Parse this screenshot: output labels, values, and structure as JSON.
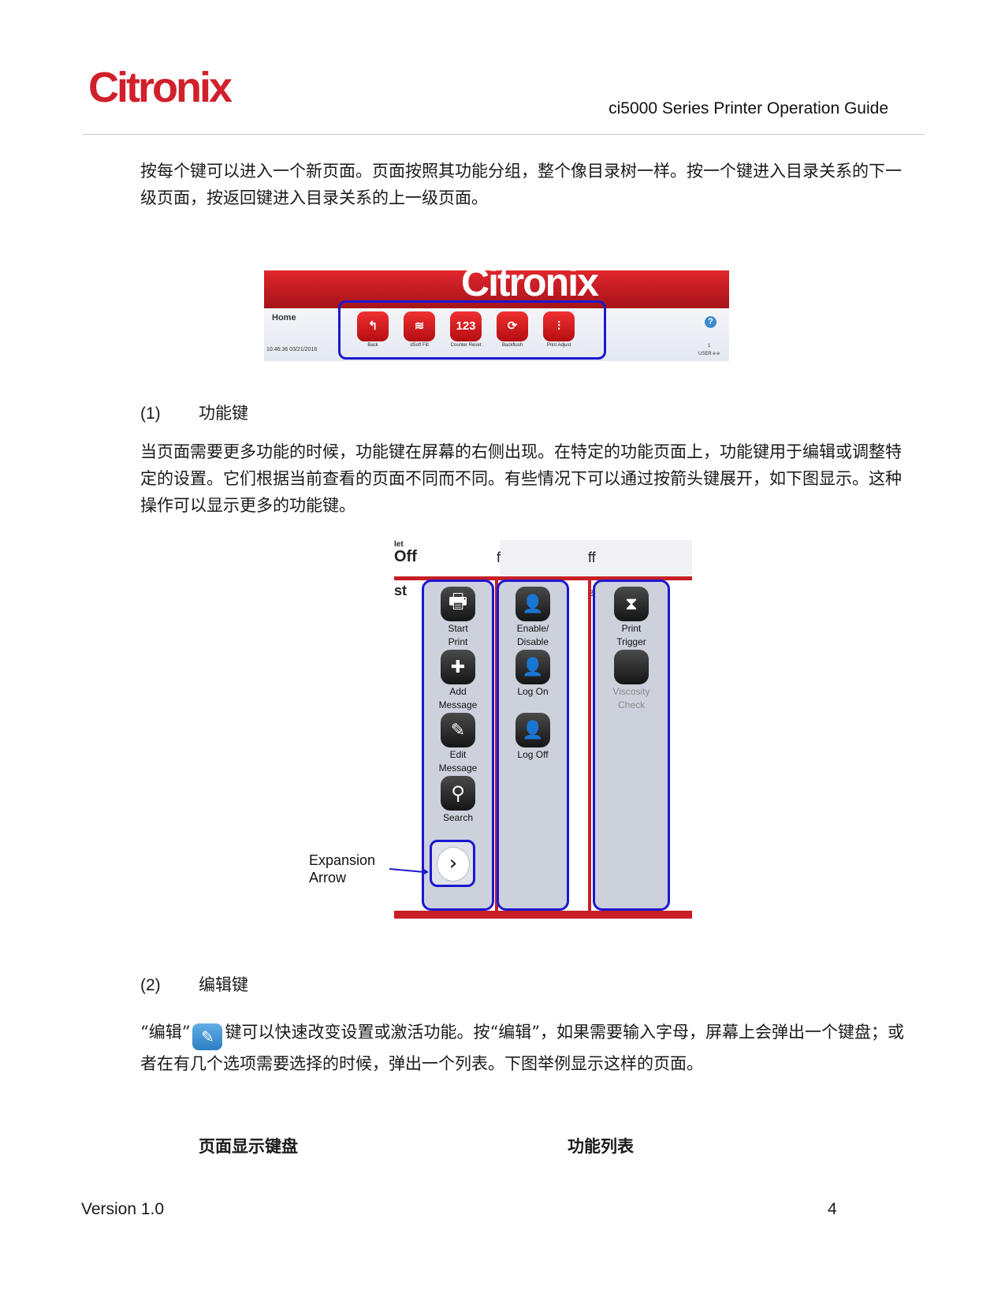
{
  "header": {
    "logo": "Citronix",
    "title": "ci5000 Series Printer Operation Guide"
  },
  "intro": "按每个键可以进入一个新页面。页面按照其功能分组，整个像目录树一样。按一个键进入目录关系的下一级页面，按返回键进入目录关系的上一级页面。",
  "home_screen": {
    "banner": "Citronix",
    "label": "Home",
    "time": "10:46:36  03/21/2016",
    "help": "?",
    "corner": "1\nUSER e-e",
    "keys": [
      {
        "label": "Back",
        "glyph": "↰"
      },
      {
        "label": "dSoft Fill",
        "glyph": "≋"
      },
      {
        "label": "Counter Reset",
        "glyph": "123"
      },
      {
        "label": "Backflush",
        "glyph": "⟳"
      },
      {
        "label": "Print Adjust",
        "glyph": "⫶"
      }
    ]
  },
  "section1": {
    "num": "(1)",
    "title": "功能键",
    "body": "当页面需要更多功能的时候，功能键在屏幕的右侧出现。在特定的功能页面上，功能键用于编辑或调整特定的设置。它们根据当前查看的页面不同而不同。有些情况下可以通过按箭头键展开，如下图显示。这种操作可以显示更多的功能键。"
  },
  "function_screen": {
    "fragments": {
      "tl_small": "let",
      "tl": "Off",
      "mid1": "f",
      "mid2": "ff",
      "row": "st",
      "row2": "e"
    },
    "col1": [
      {
        "line1": "Start",
        "line2": "Print",
        "icon": "printer-icon",
        "glyph": "🖶"
      },
      {
        "line1": "Add",
        "line2": "Message",
        "icon": "add-message-icon",
        "glyph": "✚"
      },
      {
        "line1": "Edit",
        "line2": "Message",
        "icon": "edit-message-icon",
        "glyph": "✎"
      },
      {
        "line1": "Search",
        "line2": "",
        "icon": "magnifier-icon",
        "glyph": "⚲"
      }
    ],
    "col2": [
      {
        "line1": "Enable/",
        "line2": "Disable",
        "icon": "user-edit-icon",
        "glyph": "👤"
      },
      {
        "line1": "Log On",
        "line2": "",
        "icon": "user-unlock-icon",
        "glyph": "👤"
      },
      {
        "line1": "Log Off",
        "line2": "",
        "icon": "user-lock-icon",
        "glyph": "👤"
      }
    ],
    "col3": [
      {
        "line1": "Print",
        "line2": "Trigger",
        "icon": "print-trigger-icon",
        "glyph": "⧗"
      },
      {
        "line1": "Viscosity",
        "line2": "Check",
        "icon": "viscosity-icon",
        "glyph": ""
      }
    ],
    "expansion_glyph": "›"
  },
  "expansion_label": {
    "line1": "Expansion",
    "line2": "Arrow"
  },
  "section2": {
    "num": "(2)",
    "title": "编辑键",
    "body_before": "“编辑”",
    "body_after": "键可以快速改变设置或激活功能。按“编辑”，如果需要输入字母，屏幕上会弹出一个键盘；或者在有几个选项需要选择的时候，弹出一个列表。下图举例显示这样的页面。"
  },
  "captions": {
    "left": "页面显示键盘",
    "right": "功能列表"
  },
  "footer": {
    "version": "Version 1.0",
    "page": "4"
  }
}
